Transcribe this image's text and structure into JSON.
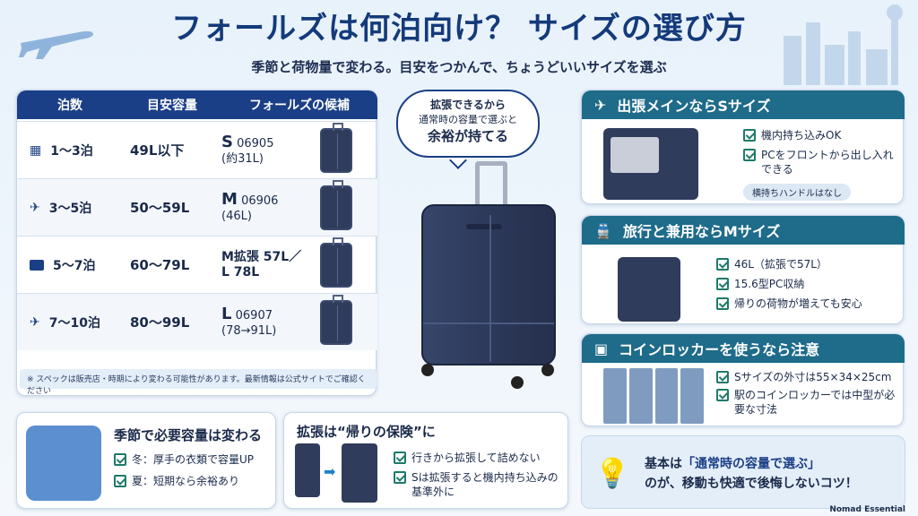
{
  "header": {
    "title": "フォールズは何泊向け？ サイズの選び方",
    "subtitle": "季節と荷物量で変わる。目安をつかんで、ちょうどいいサイズを選ぶ"
  },
  "table": {
    "headers": [
      "泊数",
      "目安容量",
      "フォールズの候補"
    ],
    "rows": [
      {
        "icon": "calendar-icon",
        "nights": "1〜3泊",
        "capacity": "49L以下",
        "model": "S",
        "model_code": "06905",
        "model_sub": "(約31L)"
      },
      {
        "icon": "plane-icon",
        "nights": "3〜5泊",
        "capacity": "50〜59L",
        "model": "M",
        "model_code": "06906",
        "model_sub": "(46L)"
      },
      {
        "icon": "briefcase-icon",
        "nights": "5〜7泊",
        "capacity": "60〜79L",
        "model": "M拡張 57L／",
        "model_code": "",
        "model_sub": "L 78L"
      },
      {
        "icon": "plane-icon",
        "nights": "7〜10泊",
        "capacity": "80〜99L",
        "model": "L",
        "model_code": "06907",
        "model_sub": "(78→91L)"
      }
    ],
    "note": "※ スペックは販売店・時期により変わる可能性があります。最新情報は公式サイトでご確認ください"
  },
  "bubble": {
    "line1": "拡張できるから",
    "line2": "通常時の容量で選ぶと",
    "line3": "余裕が持てる"
  },
  "panels": {
    "s": {
      "title": "出張メインならSサイズ",
      "items": [
        "機内持ち込みOK",
        "PCをフロントから出し入れできる"
      ],
      "pill": "横持ちハンドルはなし"
    },
    "m": {
      "title": "旅行と兼用ならMサイズ",
      "items": [
        "46L（拡張で57L）",
        "15.6型PC収納",
        "帰りの荷物が増えても安心"
      ]
    },
    "locker": {
      "title": "コインロッカーを使うなら注意",
      "items": [
        "Sサイズの外寸は55×34×25cm",
        "駅のコインロッカーでは中型が必要な寸法"
      ]
    }
  },
  "bottom": {
    "season": {
      "title": "季節で必要容量は変わる",
      "items": [
        "冬：厚手の衣類で容量UP",
        "夏：短期なら余裕あり"
      ]
    },
    "expand": {
      "title": "拡張は“帰りの保険”に",
      "items": [
        "行きから拡張して詰めない",
        "Sは拡張すると機内持ち込みの基準外に"
      ]
    },
    "tip": {
      "prefix": "基本は",
      "highlight": "「通常時の容量で選ぶ」",
      "line2": "のが、移動も快適で後悔しないコツ！"
    }
  },
  "credit": "Nomad Essential",
  "colors": {
    "navy": "#1b3f86",
    "teal": "#1e6b8a",
    "bg": "#e8f2fb"
  }
}
